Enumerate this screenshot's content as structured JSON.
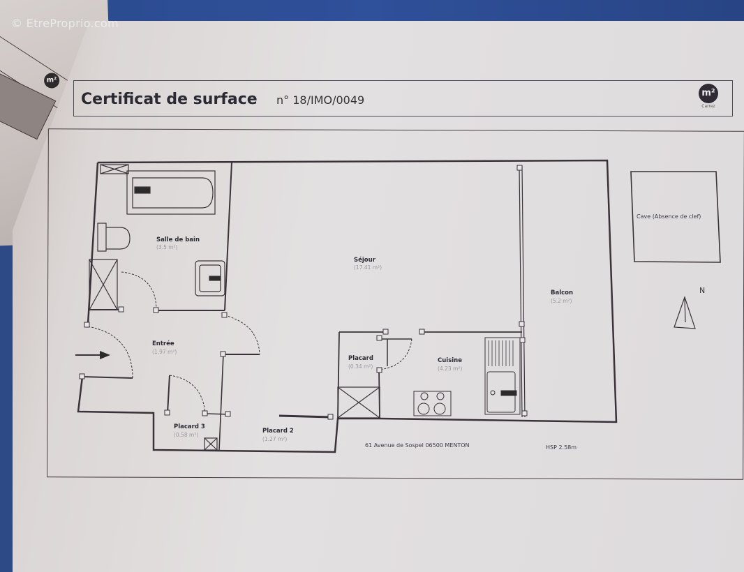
{
  "watermark": "© EtreProprio.com",
  "header": {
    "title": "Certificat de surface",
    "certificate_number": "n° 18/IMO/0049",
    "brand_logo": "m²",
    "brand_caption": "Carrez"
  },
  "back_page": {
    "logo": "m²"
  },
  "rooms": [
    {
      "name": "Salle de bain",
      "area": "(3.5 m²)"
    },
    {
      "name": "Séjour",
      "area": "(17.41 m²)"
    },
    {
      "name": "Balcon",
      "area": "(5.2 m²)"
    },
    {
      "name": "Entrée",
      "area": "(1.97 m²)"
    },
    {
      "name": "Placard",
      "area": "(0.34 m²)"
    },
    {
      "name": "Cuisine",
      "area": "(4.23 m²)"
    },
    {
      "name": "Placard 3",
      "area": "(0.58 m²)"
    },
    {
      "name": "Placard 2",
      "area": "(1.27 m²)"
    }
  ],
  "cave": {
    "label": "Cave (Absence de clef)"
  },
  "compass": {
    "label": "N"
  },
  "footer": {
    "address": "61 Avenue de Sospel 06500 MENTON",
    "ceiling_height": "HSP 2.58m"
  },
  "icons": [
    "entrance-arrow-icon",
    "north-arrow-icon",
    "bathtub-icon",
    "toilet-icon",
    "washbasin-icon",
    "shower-icon",
    "cooktop-icon",
    "sink-icon",
    "door-swing-icon"
  ]
}
